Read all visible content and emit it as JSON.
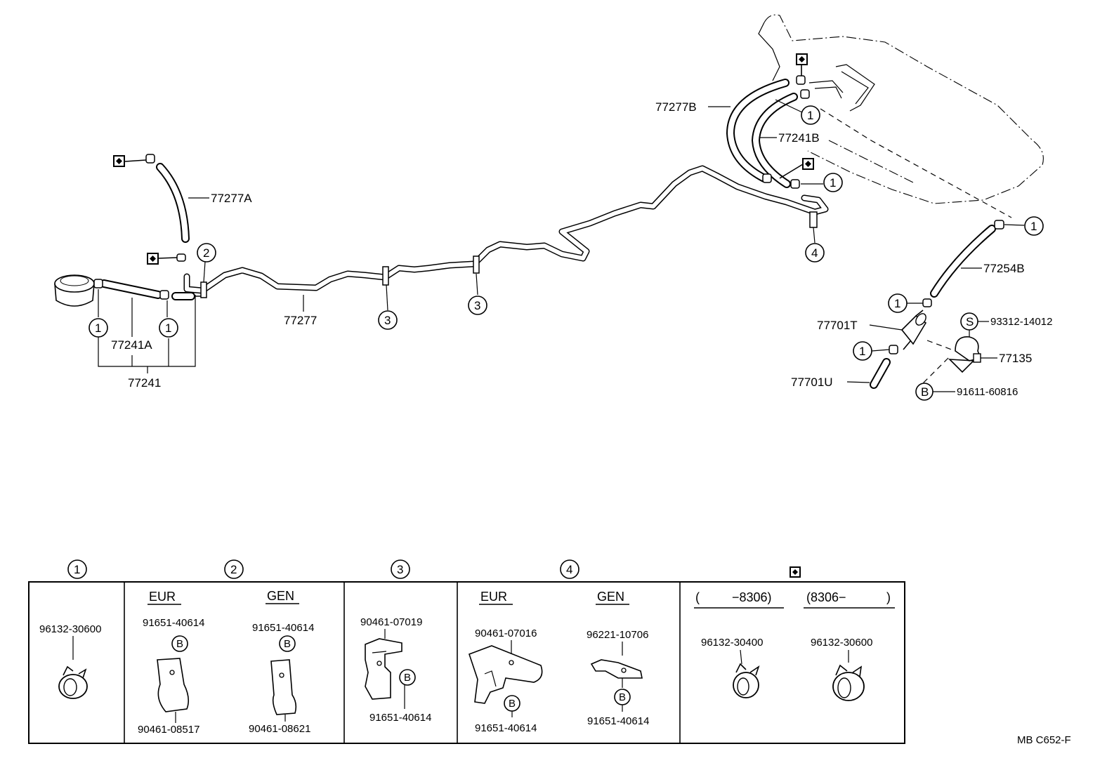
{
  "callouts": {
    "c1": "1",
    "c2": "2",
    "c3": "3",
    "c4": "4",
    "s": "S",
    "b": "B"
  },
  "parts": {
    "p77277A": "77277A",
    "p77241A": "77241A",
    "p77241": "77241",
    "p77277": "77277",
    "p77277B": "77277B",
    "p77241B": "77241B",
    "p77254B": "77254B",
    "p77701T": "77701T",
    "p77701U": "77701U",
    "p77135": "77135",
    "p93312": "93312-14012",
    "p91611": "91611-60816"
  },
  "legend": {
    "g1": {
      "part": "96132-30600"
    },
    "g2": {
      "eur": "EUR",
      "gen": "GEN",
      "eur_top": "91651-40614",
      "eur_bottom": "90461-08517",
      "gen_top": "91651-40614",
      "gen_bottom": "90461-08621"
    },
    "g3": {
      "top": "90461-07019",
      "bottom": "91651-40614"
    },
    "g4": {
      "eur": "EUR",
      "gen": "GEN",
      "eur_top": "90461-07016",
      "eur_bottom": "91651-40614",
      "gen_top": "96221-10706",
      "gen_bottom": "91651-40614"
    },
    "g5": {
      "range1_open": "(",
      "range1_val": "−8306)",
      "range2": "(8306−",
      "range2_close": ")",
      "left": "96132-30400",
      "right": "96132-30600"
    }
  },
  "ref_code": "MB  C652-F",
  "icons": {
    "clamp_marker": "diamond-square-icon",
    "circled_number": "circled-number-icon"
  }
}
